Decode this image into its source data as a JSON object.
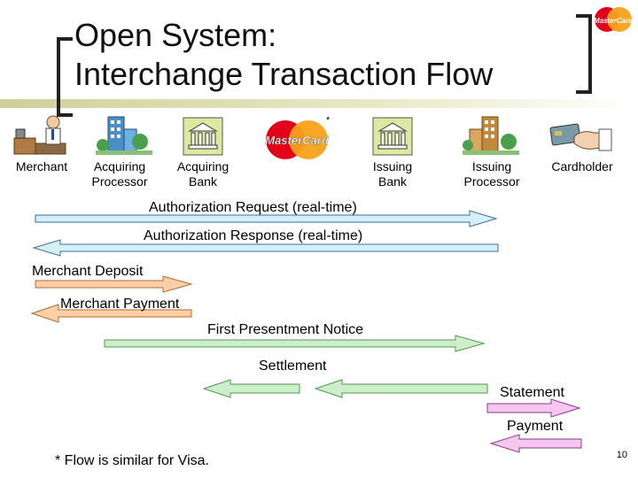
{
  "title": {
    "line1": "Open System:",
    "line2": "Interchange Transaction Flow"
  },
  "logo_text": "MasterCard",
  "asterisk": "*",
  "actors": {
    "merchant": "Merchant",
    "acquiring_processor_1": "Acquiring",
    "acquiring_processor_2": "Processor",
    "acquiring_bank_1": "Acquiring",
    "acquiring_bank_2": "Bank",
    "issuing_bank_1": "Issuing",
    "issuing_bank_2": "Bank",
    "issuing_processor_1": "Issuing",
    "issuing_processor_2": "Processor",
    "cardholder": "Cardholder"
  },
  "flows": {
    "auth_request": "Authorization Request (real-time)",
    "auth_response": "Authorization Response (real-time)",
    "merchant_deposit": "Merchant Deposit",
    "merchant_payment": "Merchant Payment",
    "first_presentment": "First Presentment Notice",
    "settlement": "Settlement",
    "statement": "Statement",
    "payment": "Payment"
  },
  "colors": {
    "blue_arrow": "#d6f0fb",
    "blue_stroke": "#3a6aa0",
    "orange_arrow": "#fbd0a8",
    "orange_stroke": "#b56a2a",
    "green_arrow": "#cdeecb",
    "green_stroke": "#4e9a4a",
    "pink_arrow": "#f4c6f0",
    "pink_stroke": "#8a3a8a",
    "olive_bar": "#cfcf9a",
    "mc_red": "#e2001a",
    "mc_yellow": "#f7a11a"
  },
  "footnote": "* Flow is similar for Visa.",
  "slide_number": "10"
}
